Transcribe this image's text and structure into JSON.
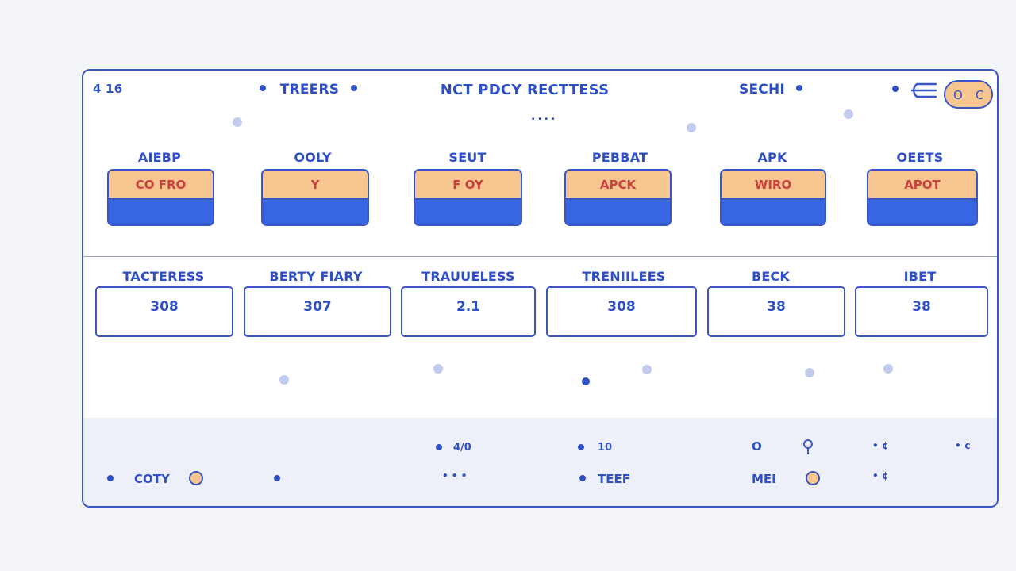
{
  "header": {
    "left_number": "4 16",
    "nav_left": "TREERS",
    "title": "NCT PDCY RECTTESS",
    "nav_right": "SECHI",
    "title_dots": "....",
    "toggle_left": "O",
    "toggle_right": "C"
  },
  "categories": [
    {
      "label": "AIEBP",
      "button": "CO FRO"
    },
    {
      "label": "OOLY",
      "button": "Y"
    },
    {
      "label": "SEUT",
      "button": "F OY"
    },
    {
      "label": "PEBBAT",
      "button": "APCK"
    },
    {
      "label": "APK",
      "button": "WIRO"
    },
    {
      "label": "OEETS",
      "button": "APOT"
    }
  ],
  "values": [
    {
      "label": "TACTERESS",
      "value": "308"
    },
    {
      "label": "BERTY FIARY",
      "value": "307"
    },
    {
      "label": "TRAUUELESS",
      "value": "2.1"
    },
    {
      "label": "TRENIILEES",
      "value": "308"
    },
    {
      "label": "BECK",
      "value": "38"
    },
    {
      "label": "IBET",
      "value": "38"
    }
  ],
  "footer": {
    "item1": "COTY",
    "item2": "4/0",
    "item3": "• • •",
    "item4": "10",
    "item5": "TEEF",
    "item6": "O",
    "item7": "MEI",
    "item8": "• ¢",
    "item9": "• ¢",
    "item10": "• ¢"
  },
  "colors": {
    "accent": "#3a56c6",
    "orange": "#f7c58f",
    "blue_fill": "#3866e2",
    "red_text": "#c8413f"
  }
}
